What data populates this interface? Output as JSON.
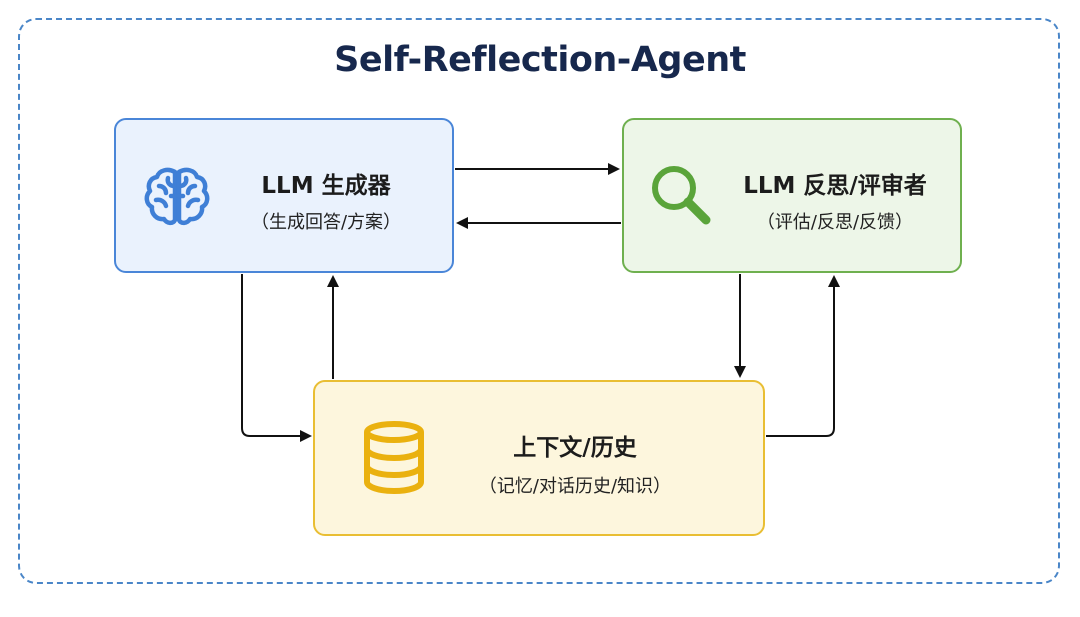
{
  "diagram": {
    "title": "Self-Reflection-Agent",
    "nodes": {
      "generator": {
        "title": "LLM 生成器",
        "subtitle": "（生成回答/方案）",
        "icon": "brain-icon",
        "color": "#4a86d8"
      },
      "reflector": {
        "title": "LLM 反思/评审者",
        "subtitle": "（评估/反思/反馈）",
        "icon": "magnifier-icon",
        "color": "#6fb04f"
      },
      "context": {
        "title": "上下文/历史",
        "subtitle": "（记忆/对话历史/知识）",
        "icon": "database-icon",
        "color": "#e9b21f"
      }
    },
    "edges": [
      {
        "from": "generator",
        "to": "reflector"
      },
      {
        "from": "reflector",
        "to": "generator"
      },
      {
        "from": "generator",
        "to": "context"
      },
      {
        "from": "context",
        "to": "generator"
      },
      {
        "from": "reflector",
        "to": "context"
      },
      {
        "from": "context",
        "to": "reflector"
      }
    ]
  }
}
